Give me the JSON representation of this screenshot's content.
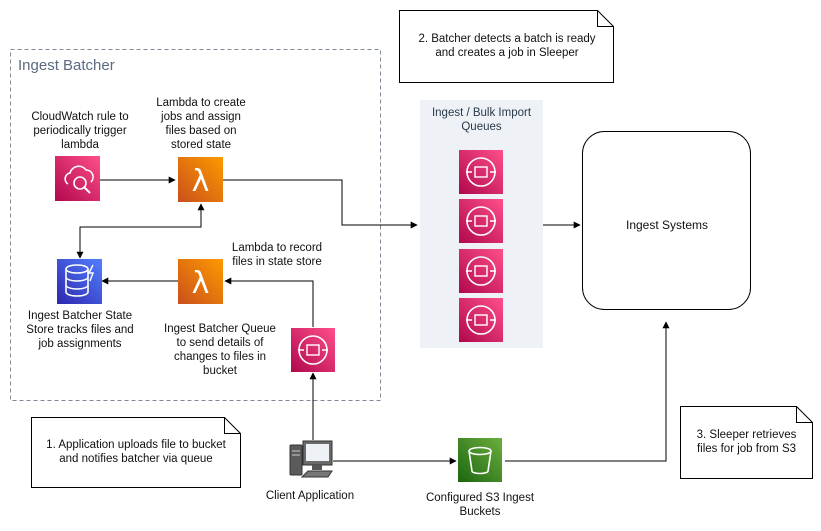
{
  "group": {
    "title": "Ingest Batcher"
  },
  "labels": {
    "cloudwatch": "CloudWatch rule to\nperiodically trigger\nlambda",
    "lambda_create": "Lambda to create\njobs and assign\nfiles based on\nstored state",
    "lambda_record": "Lambda to record\nfiles in state store",
    "state_store": "Ingest Batcher State\nStore tracks files and\njob assignments",
    "batcher_queue": "Ingest Batcher Queue\nto send details of\nchanges to files in\nbucket",
    "queues_title": "Ingest / Bulk Import\nQueues",
    "ingest_systems": "Ingest Systems",
    "client_app": "Client Application",
    "s3_buckets": "Configured S3 Ingest\nBuckets"
  },
  "notes": {
    "note1": "1. Application uploads file to bucket\nand notifies batcher via queue",
    "note2": "2. Batcher detects a batch is ready\nand creates a job in Sleeper",
    "note3": "3. Sleeper retrieves\nfiles for job from S3"
  },
  "colors": {
    "pink": "#d6246e",
    "orange": "#e8780f",
    "blue": "#2e5ed8",
    "green": "#3c9a2b",
    "queues_bg": "#eef1f6",
    "group_border": "#7f8a96"
  },
  "icons": {
    "cloudwatch": "cloudwatch-icon",
    "lambda": "lambda-icon",
    "dynamodb": "dynamodb-icon",
    "sqs": "sqs-queue-icon",
    "s3": "s3-bucket-icon",
    "client": "client-computer-icon"
  }
}
